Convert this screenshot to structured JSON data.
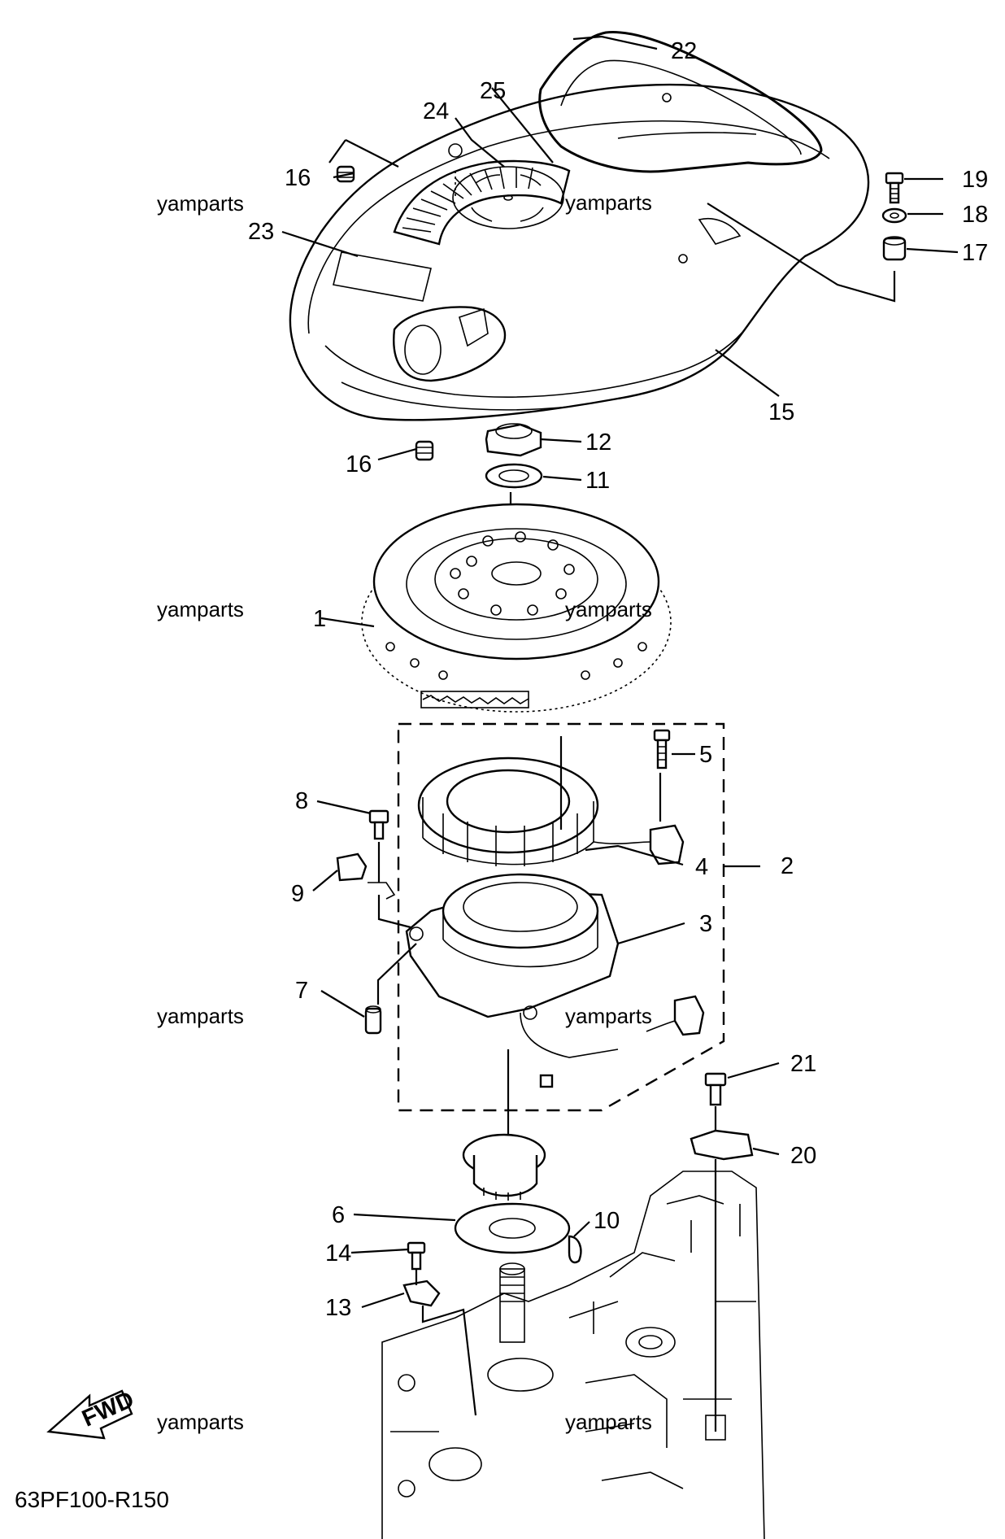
{
  "diagram": {
    "callouts": [
      {
        "number": "1"
      },
      {
        "number": "2"
      },
      {
        "number": "3"
      },
      {
        "number": "4"
      },
      {
        "number": "5"
      },
      {
        "number": "6"
      },
      {
        "number": "7"
      },
      {
        "number": "8"
      },
      {
        "number": "9"
      },
      {
        "number": "10"
      },
      {
        "number": "11"
      },
      {
        "number": "12"
      },
      {
        "number": "13"
      },
      {
        "number": "14"
      },
      {
        "number": "15"
      },
      {
        "number": "16"
      },
      {
        "number": "16"
      },
      {
        "number": "17"
      },
      {
        "number": "18"
      },
      {
        "number": "19"
      },
      {
        "number": "20"
      },
      {
        "number": "21"
      },
      {
        "number": "22"
      },
      {
        "number": "23"
      },
      {
        "number": "24"
      },
      {
        "number": "25"
      }
    ],
    "watermark": "yamparts",
    "direction_badge": "FWD",
    "diagram_code": "63PF100-R150"
  }
}
